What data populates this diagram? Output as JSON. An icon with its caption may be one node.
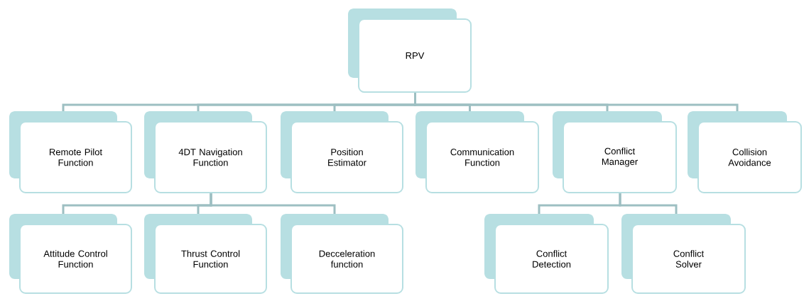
{
  "diagram": {
    "nodes": [
      {
        "text": [
          "RPV"
        ]
      },
      {
        "text": [
          "Remote Pilot Function"
        ]
      },
      {
        "text": [
          "4DT Navigation Function"
        ]
      },
      {
        "text": [
          "Position Estimator"
        ]
      },
      {
        "text": [
          "Communication Function"
        ]
      },
      {
        "text": [
          "Conflict Manager"
        ]
      },
      {
        "text": [
          "Collision Avoidance"
        ]
      },
      {
        "text": [
          "Attitude Control Function"
        ]
      },
      {
        "text": [
          "Thrust Control Function"
        ]
      },
      {
        "text": [
          "Decceleration function"
        ]
      },
      {
        "text": [
          "Conflict Detection"
        ]
      },
      {
        "text": [
          "Conflict Solver"
        ]
      }
    ],
    "edges": [
      {
        "from": 0,
        "to": 1,
        "arrow": "none"
      },
      {
        "from": 0,
        "to": 2,
        "arrow": "none"
      },
      {
        "from": 0,
        "to": 3,
        "arrow": "none"
      },
      {
        "from": 0,
        "to": 4,
        "arrow": "none"
      },
      {
        "from": 0,
        "to": 5,
        "arrow": "none"
      },
      {
        "from": 0,
        "to": 6,
        "arrow": "none"
      },
      {
        "from": 2,
        "to": 7,
        "arrow": "none"
      },
      {
        "from": 2,
        "to": 8,
        "arrow": "none"
      },
      {
        "from": 2,
        "to": 9,
        "arrow": "none"
      },
      {
        "from": 5,
        "to": 10,
        "arrow": "none"
      },
      {
        "from": 5,
        "to": 11,
        "arrow": "none"
      }
    ]
  }
}
